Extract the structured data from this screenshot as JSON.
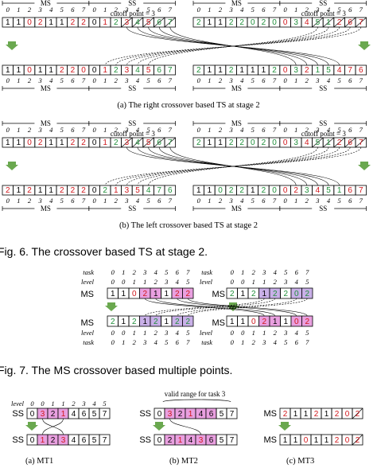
{
  "labels": {
    "ms": "MS",
    "ss": "SS",
    "cutoff": "cutoff point = 3",
    "task": "task",
    "level": "level",
    "valid_range": "valid range for task 3"
  },
  "colors": {
    "red": "#d0161b",
    "green": "#1f8f3a",
    "pink": "#e9a0e0",
    "purple": "#c9b0e8",
    "arrow": "#6aa84f"
  },
  "indices": [
    "0",
    "1",
    "2",
    "3",
    "4",
    "5",
    "6",
    "7"
  ],
  "level_indices": [
    "0",
    "0",
    "1",
    "1",
    "2",
    "3",
    "4",
    "5"
  ],
  "row_a_top_ms": [
    "1",
    "1",
    "0",
    "2",
    "1",
    "1",
    "2",
    "2"
  ],
  "row_a_top_ss": [
    "0",
    "1",
    "2",
    "3",
    "4",
    "5",
    "6",
    "7"
  ],
  "row_a_top_ms2": [
    "2",
    "1",
    "1",
    "2",
    "2",
    "0",
    "2",
    "0"
  ],
  "row_a_top_ss2": [
    "0",
    "3",
    "4",
    "5",
    "1",
    "2",
    "6",
    "7"
  ],
  "row_a_bot_ms": [
    "1",
    "1",
    "0",
    "1",
    "1",
    "2",
    "2",
    "0"
  ],
  "row_a_bot_ss": [
    "0",
    "1",
    "2",
    "3",
    "4",
    "5",
    "6",
    "7"
  ],
  "row_a_bot_ms2": [
    "2",
    "1",
    "1",
    "2",
    "1",
    "1",
    "1",
    "2"
  ],
  "row_a_bot_ss2": [
    "0",
    "3",
    "2",
    "1",
    "5",
    "4",
    "7",
    "6"
  ],
  "row_b_top_ms": [
    "1",
    "1",
    "0",
    "2",
    "1",
    "1",
    "2",
    "2"
  ],
  "row_b_top_ss": [
    "0",
    "1",
    "2",
    "3",
    "4",
    "5",
    "6",
    "7"
  ],
  "row_b_top_ms2": [
    "2",
    "1",
    "1",
    "2",
    "2",
    "0",
    "2",
    "0"
  ],
  "row_b_top_ss2": [
    "0",
    "3",
    "4",
    "5",
    "1",
    "2",
    "6",
    "7"
  ],
  "row_b_bot_ms": [
    "2",
    "1",
    "2",
    "1",
    "1",
    "2",
    "2",
    "2"
  ],
  "row_b_bot_ss": [
    "0",
    "2",
    "1",
    "3",
    "5",
    "4",
    "7",
    "6"
  ],
  "row_b_bot_ms2": [
    "1",
    "1",
    "0",
    "2",
    "2",
    "1",
    "2",
    "0"
  ],
  "row_b_bot_ss2": [
    "0",
    "2",
    "3",
    "4",
    "5",
    "1",
    "6",
    "7"
  ],
  "fig7_p1": [
    "1",
    "1",
    "0",
    "2",
    "1",
    "1",
    "2",
    "2"
  ],
  "fig7_p2": [
    "2",
    "1",
    "2",
    "1",
    "2",
    "2",
    "0",
    "2"
  ],
  "fig7_c1": [
    "2",
    "1",
    "2",
    "1",
    "2",
    "1",
    "2",
    "2"
  ],
  "fig7_c2": [
    "1",
    "1",
    "0",
    "2",
    "1",
    "1",
    "0",
    "2"
  ],
  "mt1_top": [
    "0",
    "3",
    "2",
    "1",
    "4",
    "6",
    "5",
    "7"
  ],
  "mt1_bot": [
    "0",
    "1",
    "2",
    "3",
    "4",
    "6",
    "5",
    "7"
  ],
  "mt2_top": [
    "0",
    "3",
    "2",
    "1",
    "4",
    "6",
    "5",
    "7"
  ],
  "mt2_bot": [
    "0",
    "2",
    "1",
    "4",
    "3",
    "6",
    "5",
    "7"
  ],
  "mt3_top": [
    "2",
    "1",
    "1",
    "2",
    "1",
    "2",
    "0",
    "2"
  ],
  "mt3_bot": [
    "1",
    "1",
    "0",
    "1",
    "1",
    "2",
    "0",
    "2"
  ],
  "captions": {
    "a": "(a) The right crossover based TS at stage 2",
    "b": "(b) The left crossover based TS at stage 2",
    "fig6": "Fig. 6. The crossover based TS at stage 2.",
    "fig7": "Fig. 7. The MS crossover based multiple points.",
    "mt1": "(a) MT1",
    "mt2": "(b) MT2",
    "mt3": "(c) MT3"
  }
}
